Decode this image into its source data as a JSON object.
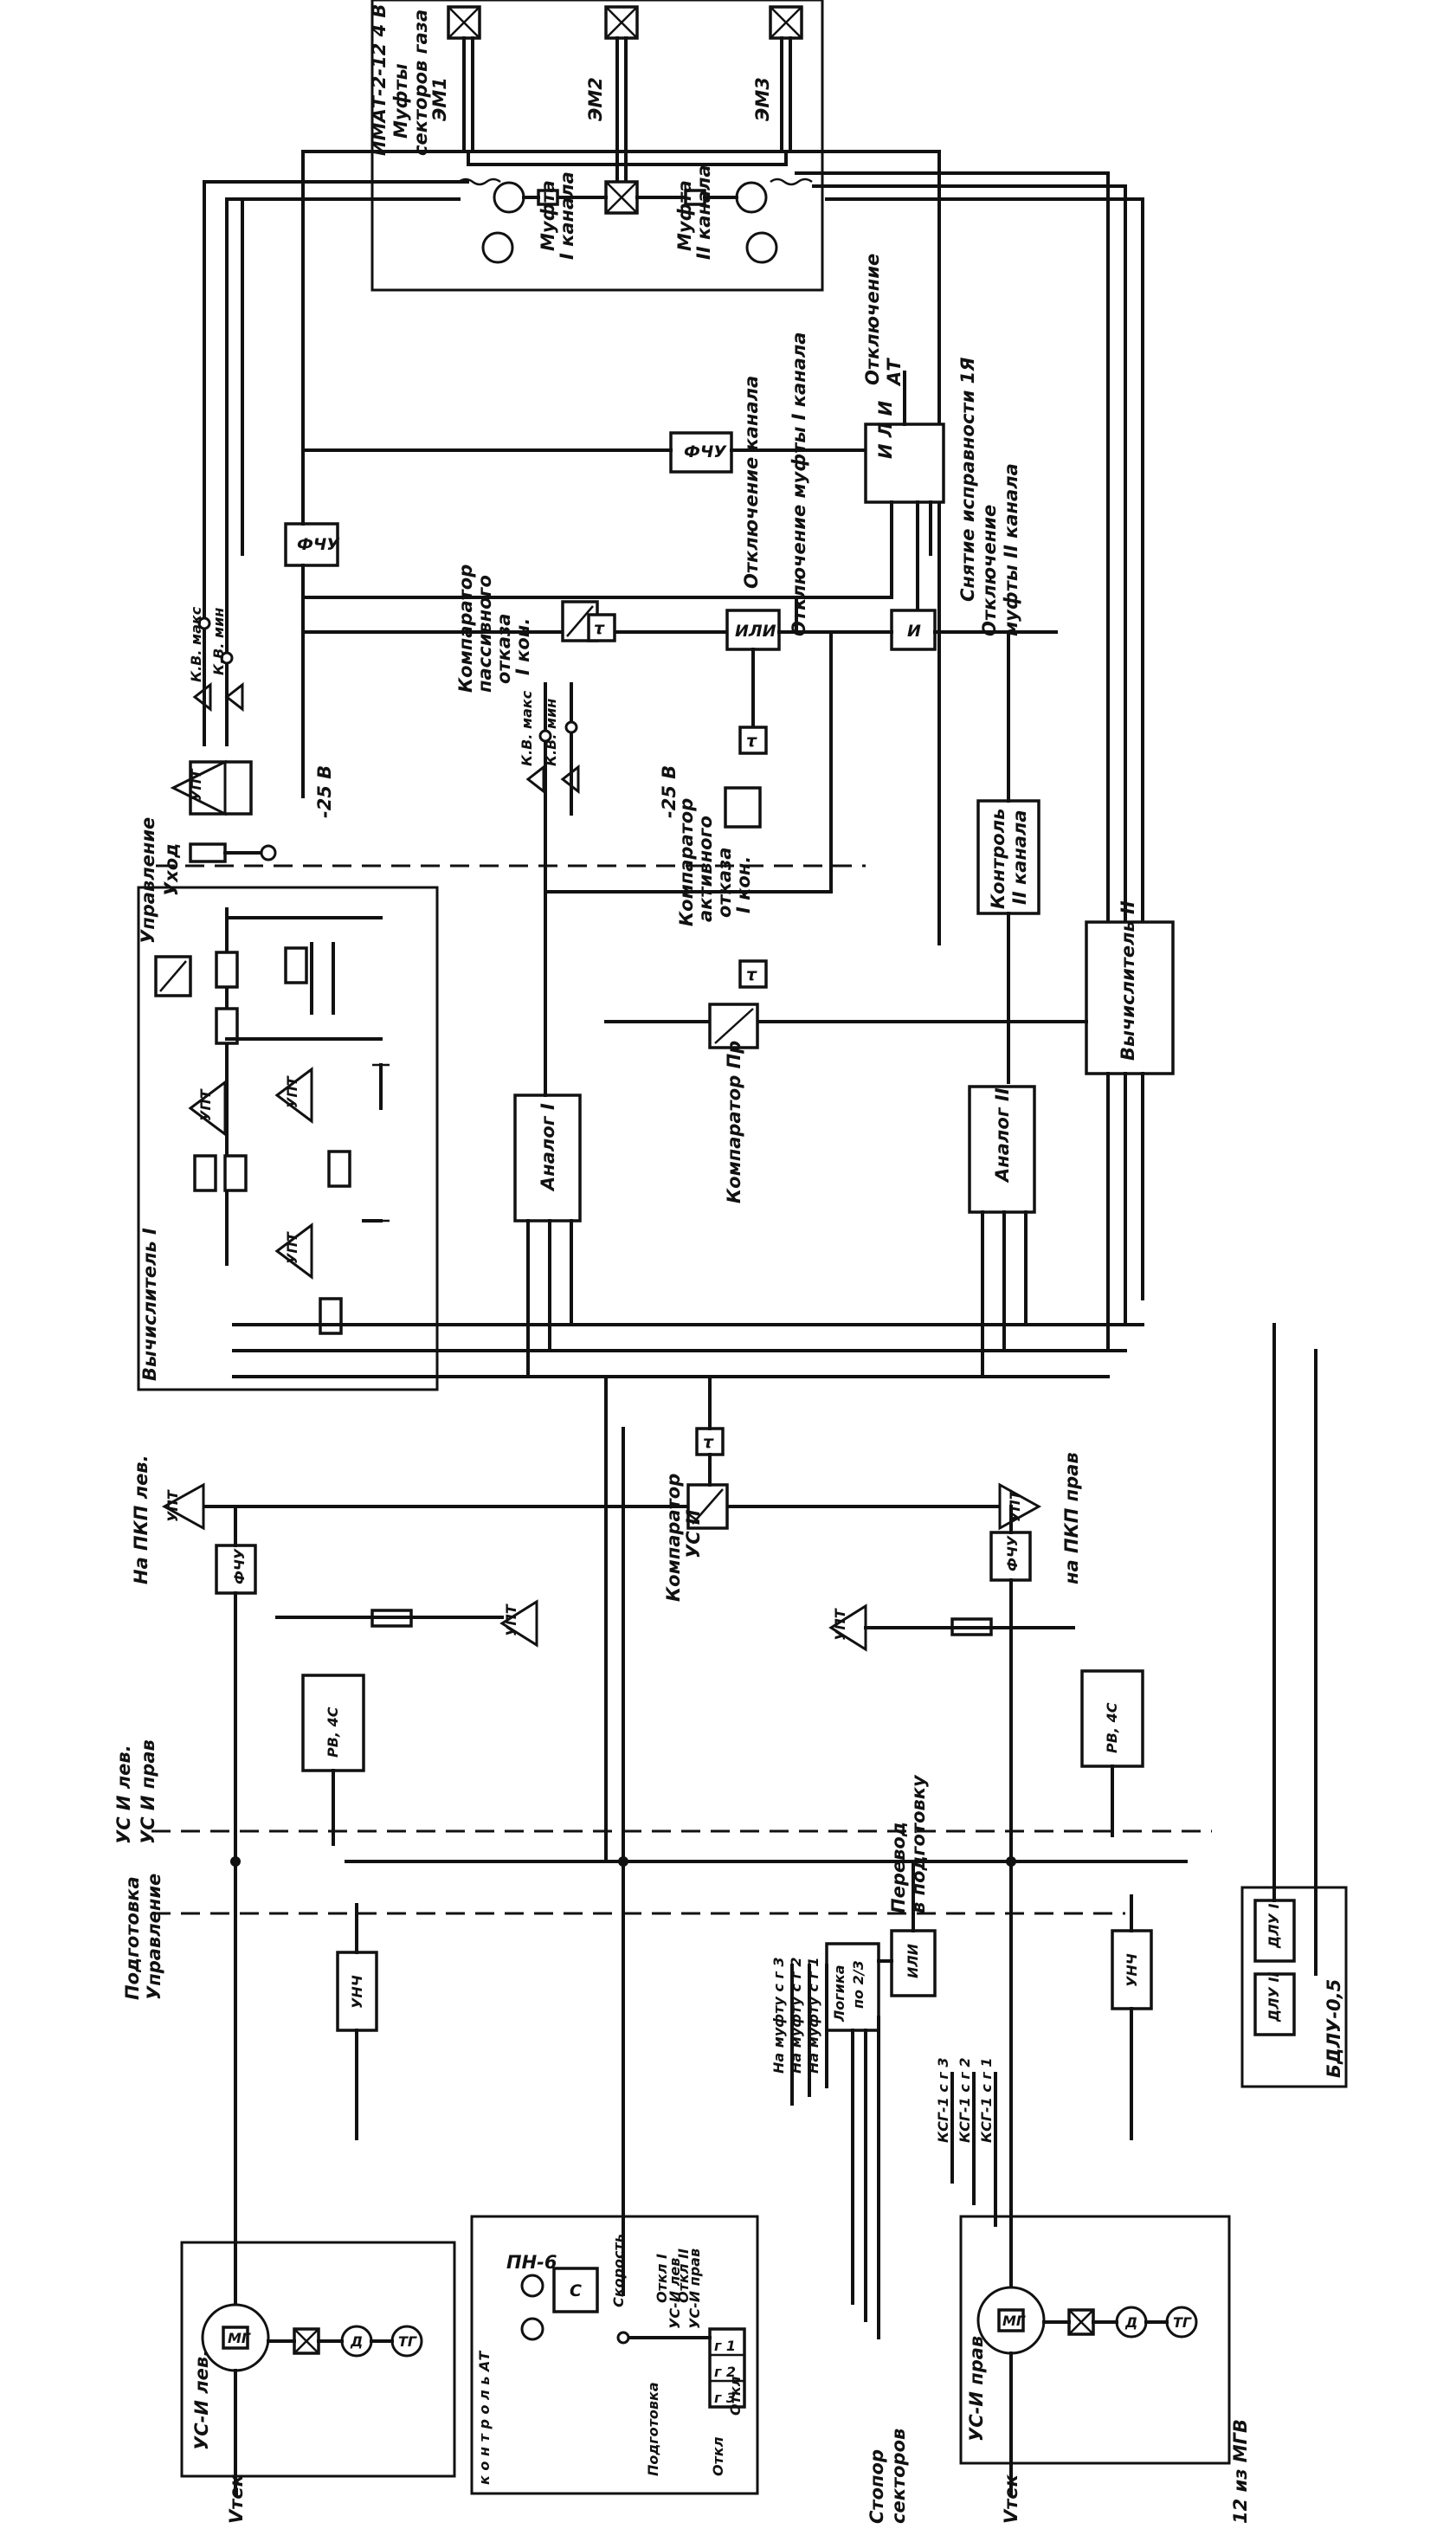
{
  "labels": {
    "immt_title": "ИМАТ-2-12 4 В",
    "immt_sub1": "Муфты",
    "immt_sub2": "секторов газа",
    "em1": "ЭМ1",
    "em2": "ЭМ2",
    "em3": "ЭМ3",
    "mufta1_a": "Муфта",
    "mufta1_b": "I канала",
    "mufta2_a": "Муфта",
    "mufta2_b": "II канала",
    "fchu_top": "ФЧУ",
    "fchu_left": "ФЧУ",
    "fchu_right": "ФЧУ",
    "fchu_mid": "ФЧУ",
    "otkl_top_a": "Отключение",
    "otkl_top_b": "АТ",
    "i_l_i": "И Л И",
    "sn_isp": "Снятие исправности 1Я",
    "otkl_mufta2_a": "Отключение",
    "otkl_mufta2_b": "муфты II канала",
    "otkl_kanal": "Отключение канала",
    "otkl_mufta1": "Отключение муфты I канала",
    "ili_1": "ИЛИ",
    "i_1": "И",
    "tau": "τ",
    "komp_pass_a": "Компаратор",
    "komp_pass_b": "пассивного",
    "komp_pass_c": "отказа",
    "komp_pass_d": "I кон.",
    "kv_maks_1": "К.В. макс",
    "kv_min_1": "К.В. мин",
    "kv_maks_2": "К.В. макс",
    "kv_min_2": "К.В. мин",
    "minus25_1": "-25 В",
    "minus25_2": "-25 В",
    "upravlenie_top": "Управление",
    "uhod": "Уход",
    "komp_akt_a": "Компаратор",
    "komp_akt_b": "активного",
    "komp_akt_c": "отказа",
    "komp_akt_d": "I кон.",
    "kontrol2_a": "Контроль",
    "kontrol2_b": "II канала",
    "vych2": "Вычислитель II",
    "vych1": "Вычислитель I",
    "komp_n": "Компаратор Пр",
    "analog1": "Аналог I",
    "analog2": "Аналог II",
    "upt": "УПТ",
    "na_pkp_lev": "На ПКП лев.",
    "na_pkp_prav": "на ПКП прав",
    "komp_us_a": "Компаратор",
    "komp_us_b": "УС И",
    "rv_4s_1": "РВ, 4С",
    "rv_4s_2": "РВ, 4С",
    "us_i_lev_top": "УС И лев.",
    "us_i_prav_top": "УС И прав",
    "podgotovka_top": "Подготовка",
    "upravlenie_mid": "Управление",
    "unch_1": "УНЧ",
    "unch_2": "УНЧ",
    "bdlu": "БДЛУ-0,5",
    "dlu1": "ДЛУ I",
    "dlu2": "ДЛУ II",
    "na_muftu_3": "На муфту с г 3",
    "na_muftu_2": "На муфту с г 2",
    "na_muftu_1": "На муфту с г 1",
    "logika_a": "Логика",
    "logika_b": "по 2/3",
    "ili_2": "ИЛИ",
    "perevod_a": "Перевод",
    "perevod_b": "в подготовку",
    "ksg3": "КСГ-1 с г 3",
    "ksg2": "КСГ-1 с г 2",
    "ksg1": "КСГ-1 с г 1",
    "us_i_lev_box": "УС-И лев.",
    "us_i_prav_box": "УС-И прав",
    "mg_label": "МГ",
    "d_label": "Д",
    "tg_label": "ТГ",
    "g_label": "Г",
    "ptek_1": "Vтек",
    "ptek_2": "Vтек",
    "pn6": "ПН-6",
    "c_label": "С",
    "otkl1": "Откл I",
    "otkl2": "Откл II",
    "skorost": "Скорость",
    "kontrol_vert": "к о н т р о л ь АТ",
    "podgotovka_pn": "Подготовка",
    "us_i_lev_pn": "УС-И лев",
    "us_i_prav_pn": "УС-И прав",
    "otkl_pn": "Откл",
    "g1": "г 1",
    "g2": "г 2",
    "g3": "г 3",
    "otkl_g": "Откл",
    "stopor_a": "Стопор",
    "stopor_b": "секторов",
    "s_mgv": "12 из МГВ"
  }
}
